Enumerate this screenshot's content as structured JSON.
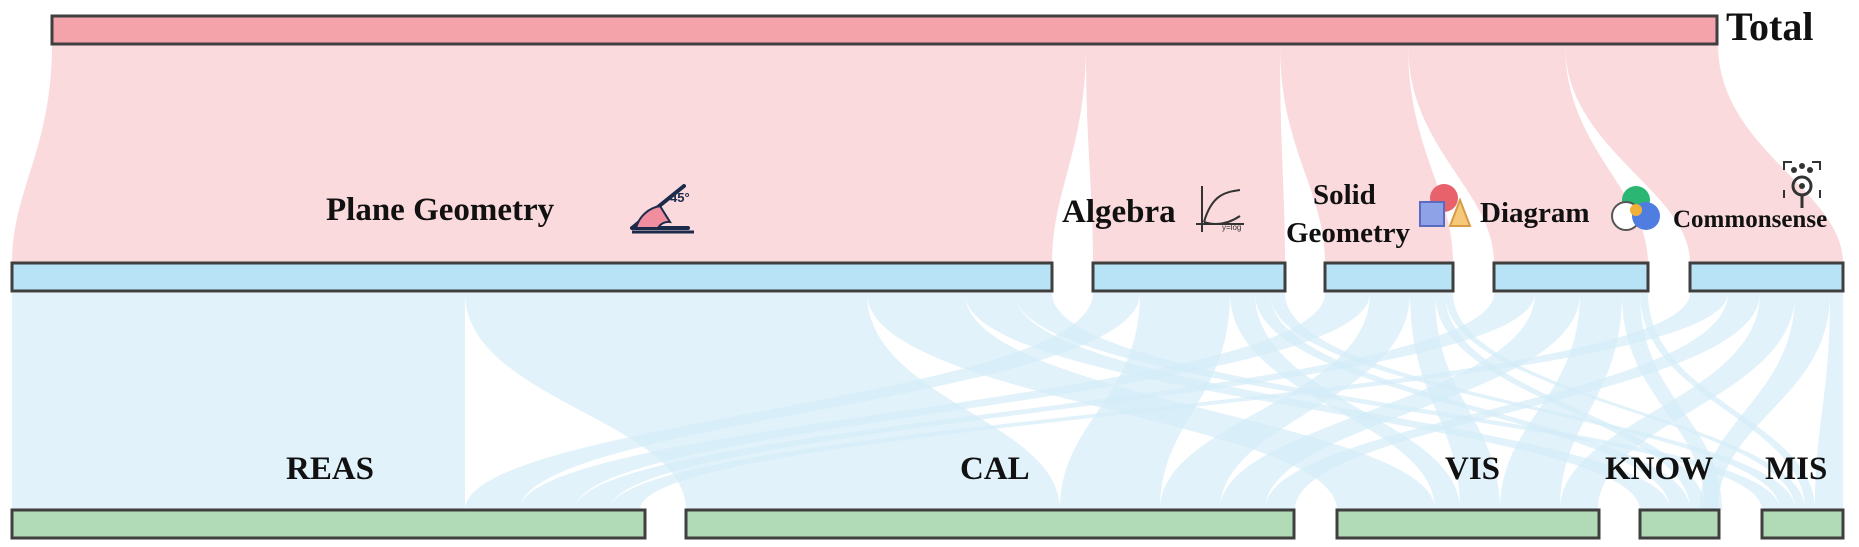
{
  "diagram": {
    "type": "sankey",
    "levels": [
      {
        "id": "total",
        "nodes": [
          {
            "id": "total",
            "label": "Total"
          }
        ]
      },
      {
        "id": "subjects",
        "nodes": [
          {
            "id": "plane",
            "label": "Plane Geometry",
            "icon": "protractor-angle-icon"
          },
          {
            "id": "algebra",
            "label": "Algebra",
            "icon": "function-graph-icon"
          },
          {
            "id": "solid",
            "label_lines": [
              "Solid",
              "Geometry"
            ],
            "icon": "3d-shapes-icon"
          },
          {
            "id": "diagram",
            "label": "Diagram",
            "icon": "venn-diagram-icon"
          },
          {
            "id": "common",
            "label": "Commonsense",
            "icon": "magnifier-network-icon"
          }
        ]
      },
      {
        "id": "errors",
        "nodes": [
          {
            "id": "reas",
            "label": "REAS"
          },
          {
            "id": "cal",
            "label": "CAL"
          },
          {
            "id": "vis",
            "label": "VIS"
          },
          {
            "id": "know",
            "label": "KNOW"
          },
          {
            "id": "mis",
            "label": "MIS"
          }
        ]
      }
    ],
    "colors": {
      "total_node": "#f4a3aa",
      "total_links": "#fadadd",
      "subject_node": "#b8e2f6",
      "subject_links": "#d4ecf8",
      "error_node": "#b1dbb6",
      "outline": "#3f3f3f"
    }
  }
}
